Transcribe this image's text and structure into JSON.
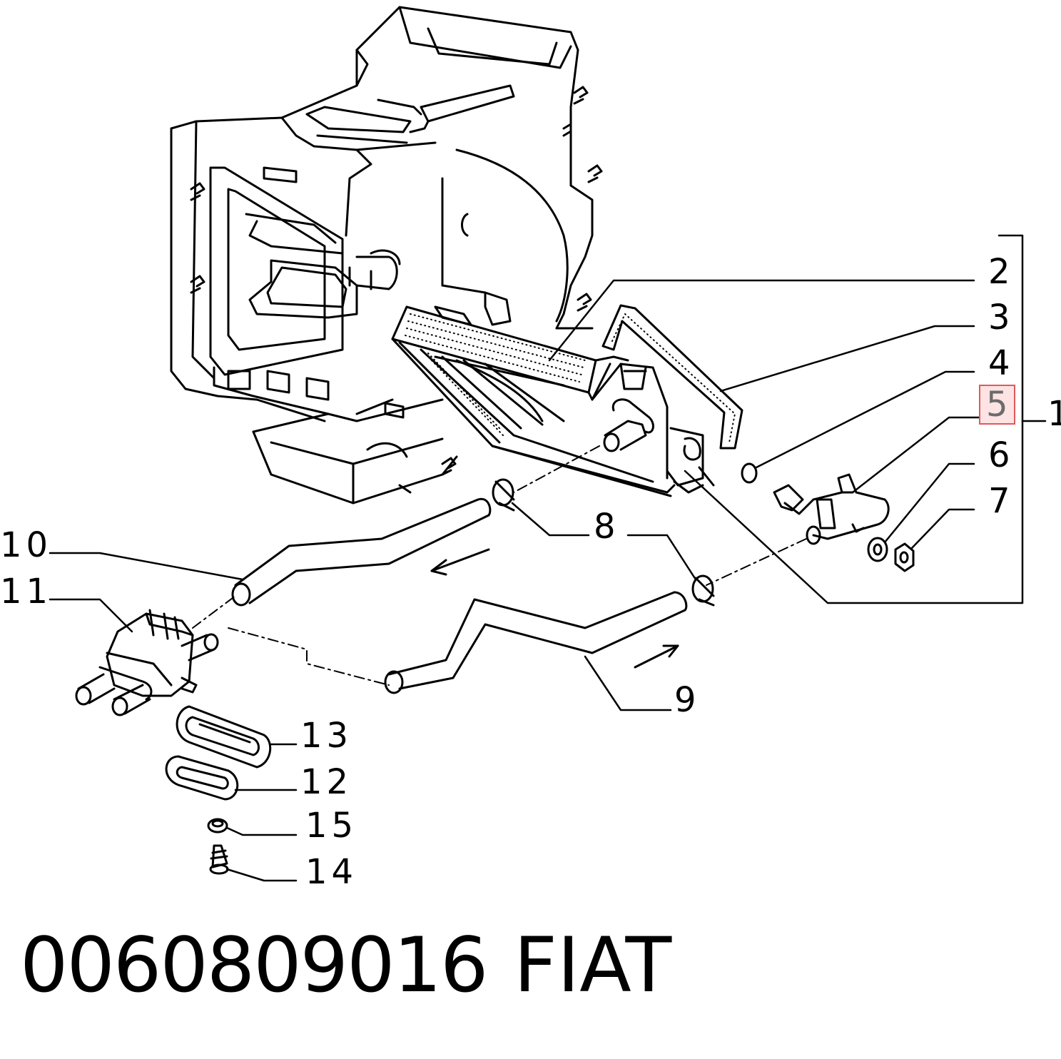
{
  "callouts": {
    "c1": "1",
    "c2": "2",
    "c3": "3",
    "c4": "4",
    "c5": "5",
    "c6": "6",
    "c7": "7",
    "c8": "8",
    "c9": "9",
    "c10": "10",
    "c11": "11",
    "c12": "12",
    "c13": "13",
    "c14": "14",
    "c15": "15"
  },
  "highlighted_callout": "5",
  "highlight_color": "#e05a5a",
  "highlight_fill": "#fde3e3",
  "footer": {
    "part_number": "0060809016",
    "brand": "FIAT"
  }
}
